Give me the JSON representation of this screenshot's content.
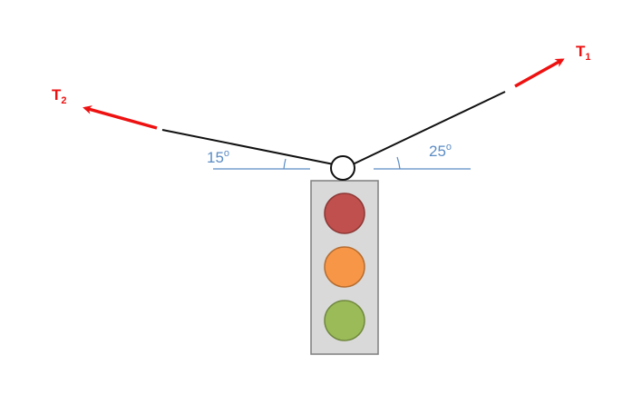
{
  "colors": {
    "force_arrow": "#ee1111",
    "cable": "#111111",
    "angle": "#5b8cc4",
    "box_fill": "#d9d9d9",
    "box_stroke": "#7f7f7f",
    "light_red": "#c0504d",
    "light_orange": "#f79646",
    "light_green": "#9bbb59"
  },
  "forces": {
    "t1": {
      "symbol": "T",
      "subscript": "1"
    },
    "t2": {
      "symbol": "T",
      "subscript": "2"
    }
  },
  "angles": {
    "left": {
      "value": "15",
      "degree_mark": "o"
    },
    "right": {
      "value": "25",
      "degree_mark": "o"
    }
  },
  "traffic_light": {
    "lamps": [
      "red",
      "orange",
      "green"
    ]
  }
}
